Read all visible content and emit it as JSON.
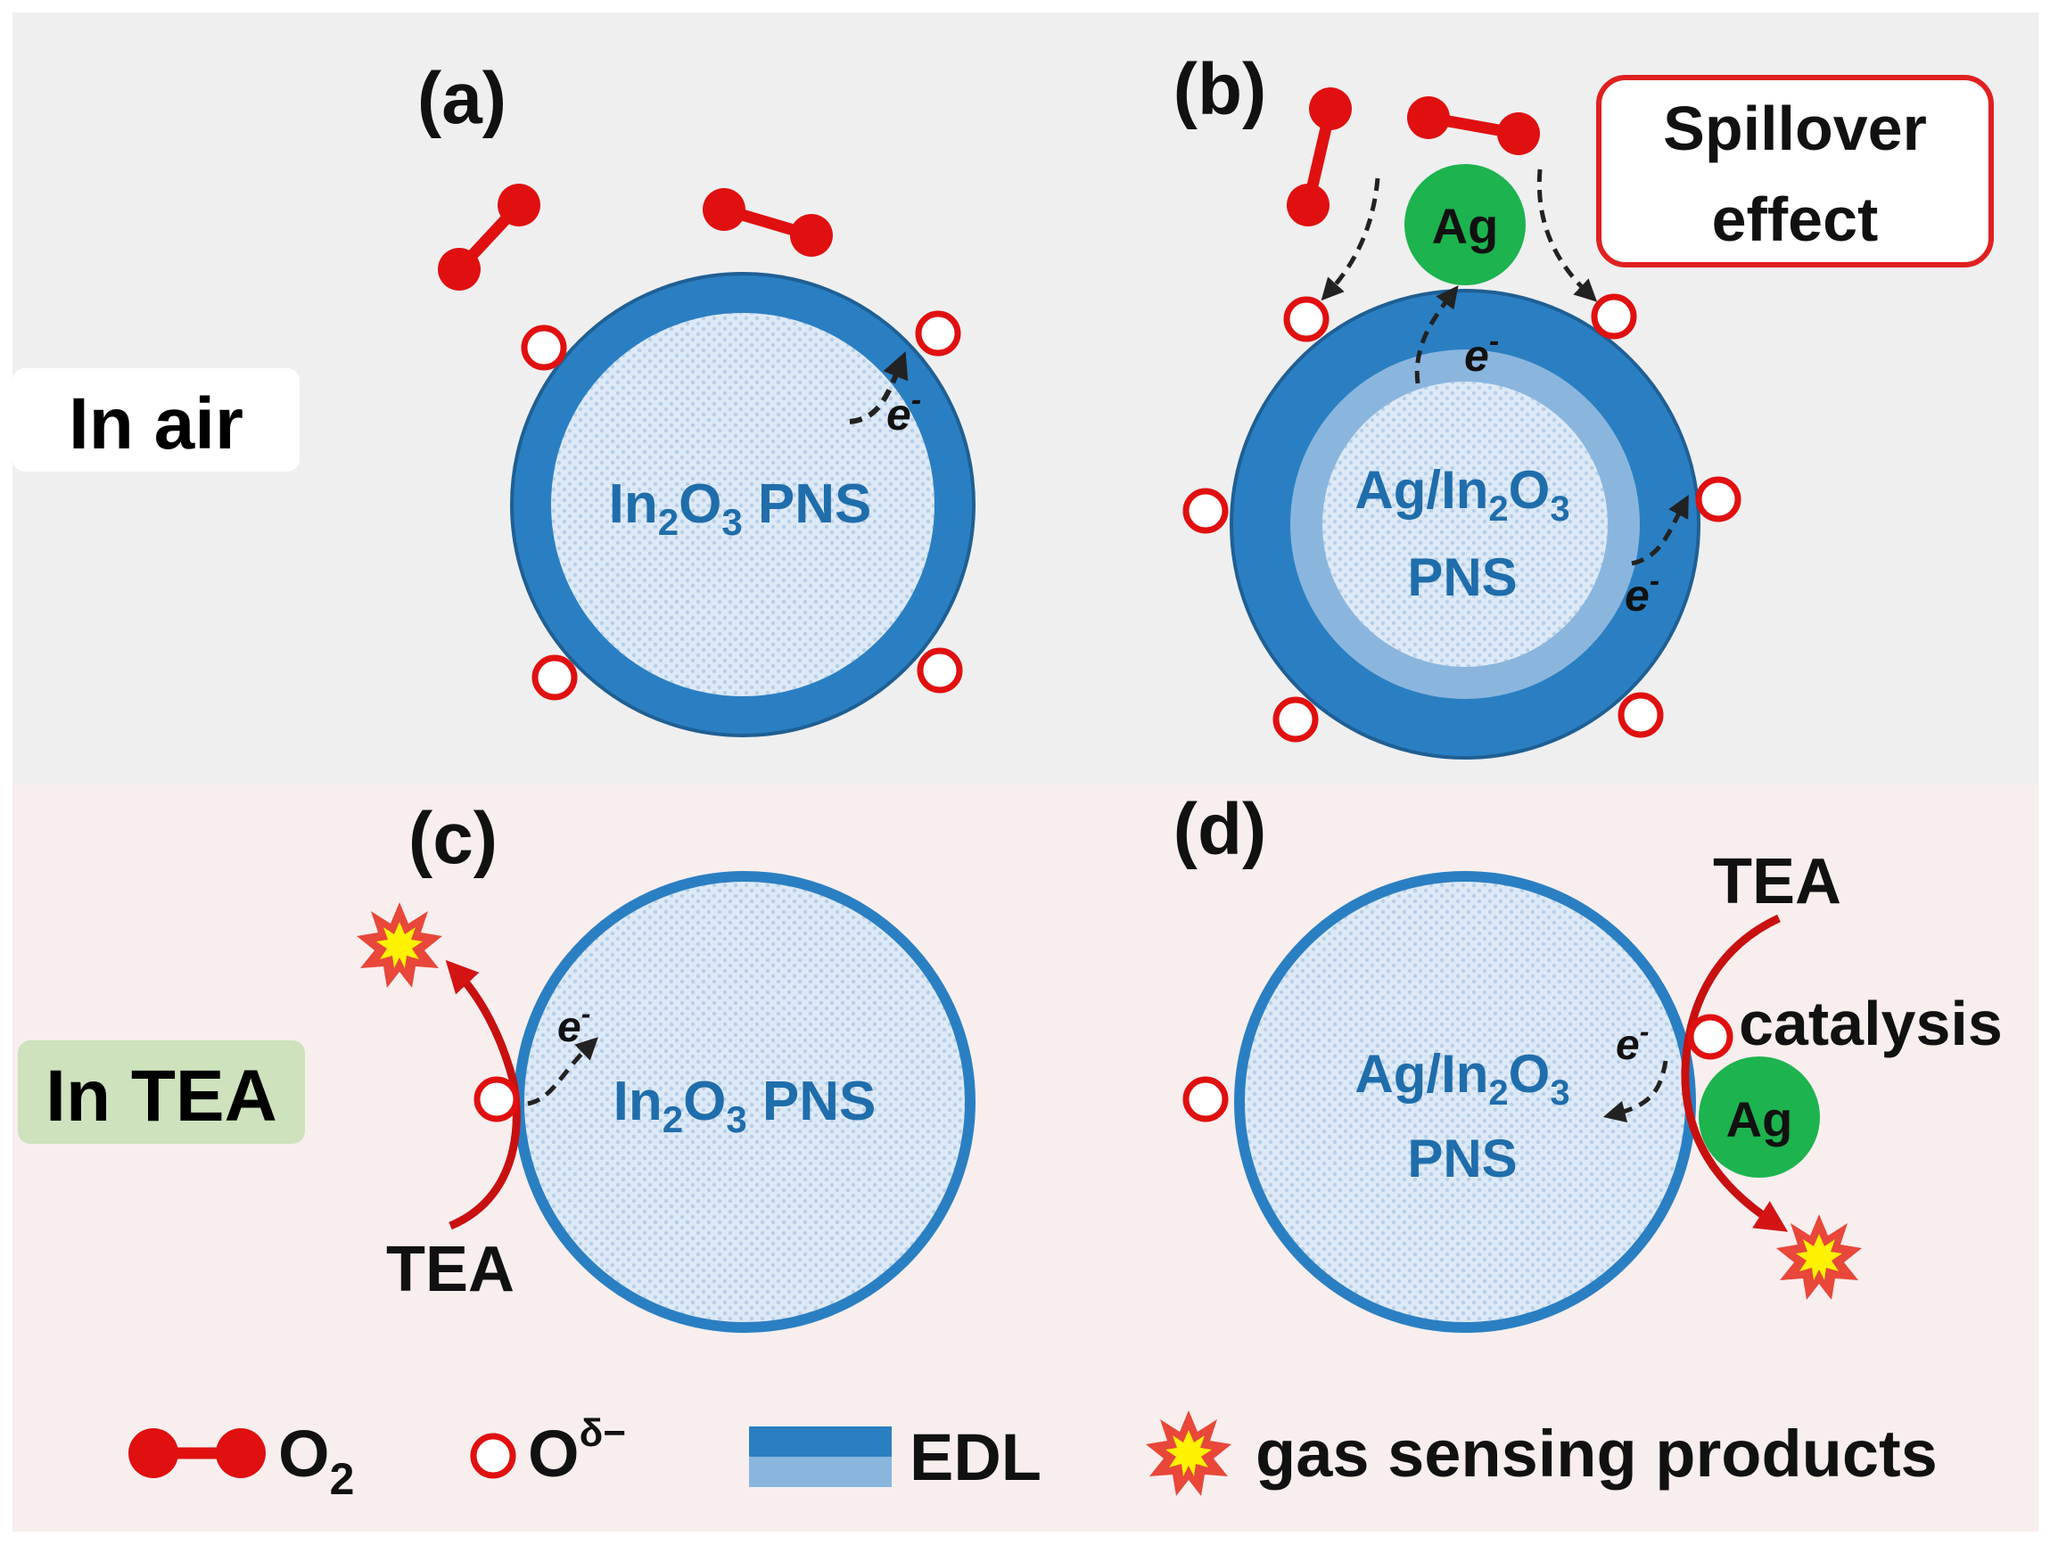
{
  "colors": {
    "air_bg": "#efefef",
    "tea_bg": "#f8eeee",
    "edl_dark": "#2a7fc2",
    "edl_light": "#8ab6de",
    "edl_stroke": "#1f5f94",
    "core_fill": "#dbe8f6",
    "text_blue": "#1f6dab",
    "o2_red": "#e01010",
    "ion_red": "#e01010",
    "ag_green": "#1db34f",
    "tea_arrow": "#c81010",
    "spillover_border": "#e02020",
    "in_air_bg": "#ffffff",
    "in_tea_bg": "#cde2bd",
    "burst_outer": "#e8473a",
    "burst_inner": "#fff200"
  },
  "row_labels": {
    "air": "In air",
    "tea": "In TEA"
  },
  "panels": {
    "a": {
      "tag": "(a)",
      "core_label": {
        "prefix": "In",
        "sub1": "2",
        "mid": "O",
        "sub2": "3",
        "suffix": " PNS"
      },
      "electron": "e"
    },
    "b": {
      "tag": "(b)",
      "core_label_line1": {
        "prefix": "Ag/In",
        "sub1": "2",
        "mid": "O",
        "sub2": "3"
      },
      "core_label_line2": "PNS",
      "ag_label": "Ag",
      "electron": "e",
      "callout_line1": "Spillover",
      "callout_line2": "effect"
    },
    "c": {
      "tag": "(c)",
      "core_label": {
        "prefix": "In",
        "sub1": "2",
        "mid": "O",
        "sub2": "3",
        "suffix": " PNS"
      },
      "electron": "e",
      "gas_label": "TEA"
    },
    "d": {
      "tag": "(d)",
      "core_label_line1": {
        "prefix": "Ag/In",
        "sub1": "2",
        "mid": "O",
        "sub2": "3"
      },
      "core_label_line2": "PNS",
      "ag_label": "Ag",
      "electron": "e",
      "gas_label": "TEA",
      "catalysis_label": "catalysis"
    }
  },
  "legend": {
    "o2": {
      "main": "O",
      "sub": "2"
    },
    "ion": {
      "main": "O",
      "sup": "δ−"
    },
    "edl": "EDL",
    "products": "gas sensing products"
  }
}
